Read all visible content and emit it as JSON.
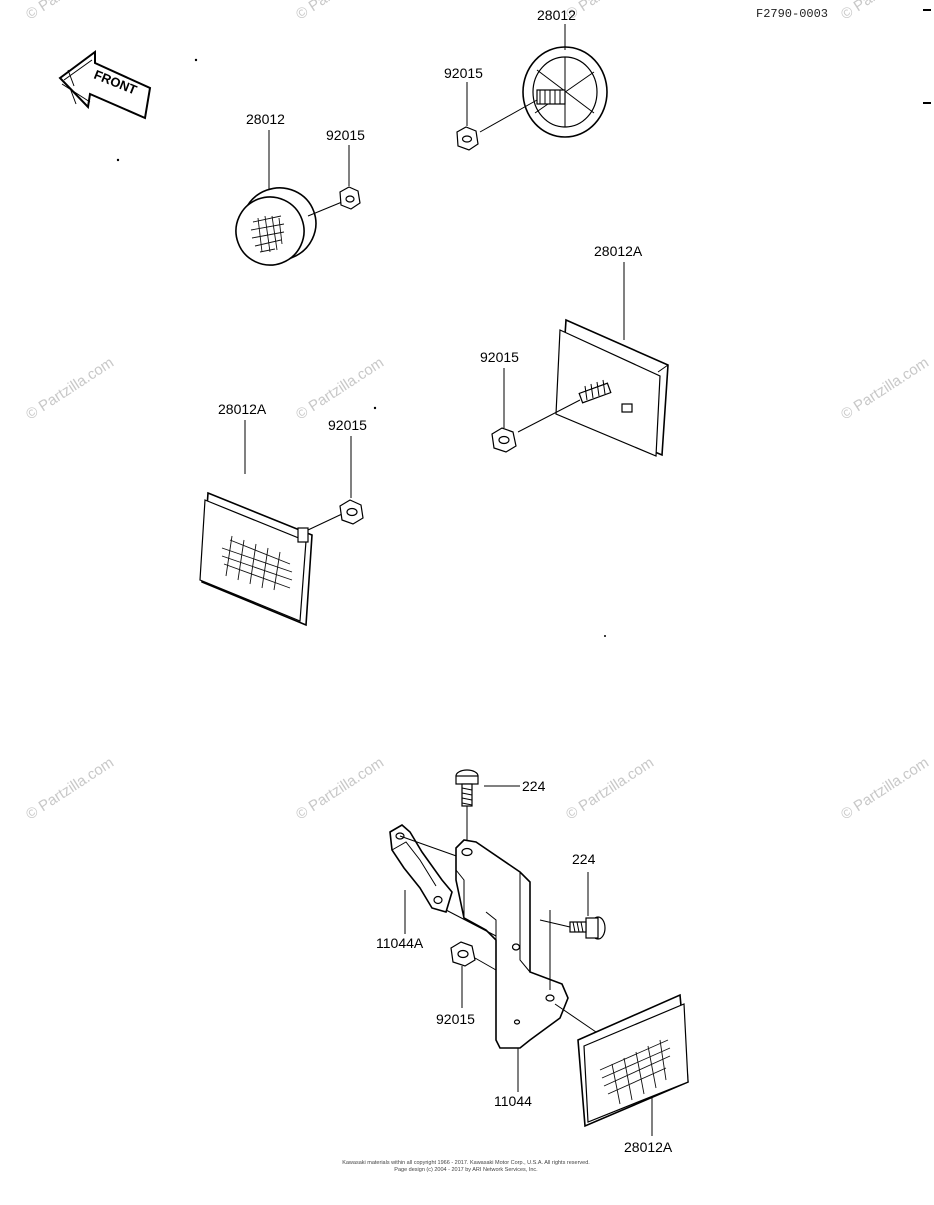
{
  "diagram": {
    "code": "F2790-0003",
    "front_label": "FRONT",
    "watermark_text": "© Partzilla.com",
    "copyright_line1": "Kawasaki materials within all copyright 1966 - 2017. Kawasaki Motor Corp., U.S.A. All rights reserved.",
    "copyright_line2": "Page design (c) 2004 - 2017 by ARI Network Services, Inc.",
    "part_labels": [
      "28012",
      "92015",
      "28012",
      "92015",
      "28012A",
      "92015",
      "28012A",
      "92015",
      "224",
      "224",
      "11044A",
      "92015",
      "11044",
      "28012A"
    ]
  }
}
